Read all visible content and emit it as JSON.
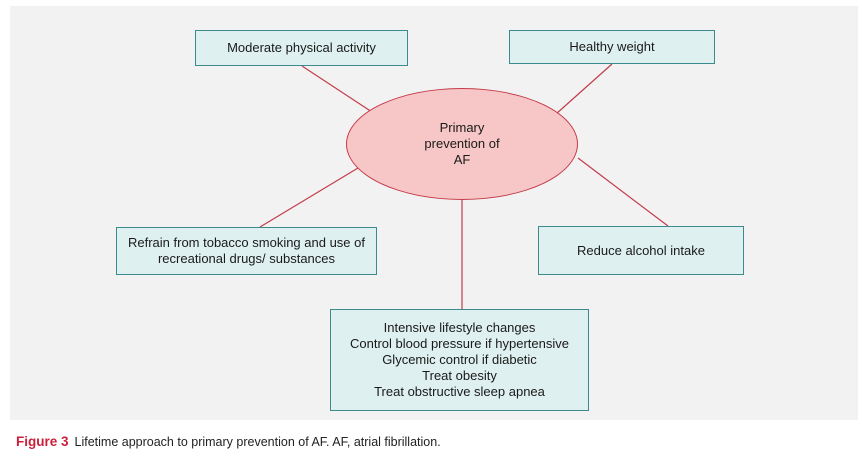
{
  "center": {
    "lines": [
      "Primary",
      "prevention of",
      "AF"
    ]
  },
  "nodes": {
    "top_left": {
      "lines": [
        "Moderate physical activity"
      ]
    },
    "top_right": {
      "lines": [
        "Healthy weight"
      ]
    },
    "mid_left": {
      "lines": [
        "Refrain from tobacco smoking and use of",
        "recreational drugs/ substances"
      ]
    },
    "mid_right": {
      "lines": [
        "Reduce alcohol intake"
      ]
    },
    "bottom": {
      "lines": [
        "Intensive lifestyle changes",
        "Control blood pressure if hypertensive",
        "Glycemic control if diabetic",
        "Treat obesity",
        "Treat obstructive sleep apnea"
      ]
    }
  },
  "caption": {
    "label": "Figure 3",
    "text": "Lifetime approach to primary prevention of AF. AF, atrial fibrillation."
  },
  "colors": {
    "box_fill": "#dff0f0",
    "box_border": "#3a8a8e",
    "ellipse_fill": "#f7c6c6",
    "ellipse_border": "#c43c4a",
    "connector": "#c43c4a",
    "caption_label": "#c9213b",
    "panel_bg": "#f2f2f2"
  }
}
